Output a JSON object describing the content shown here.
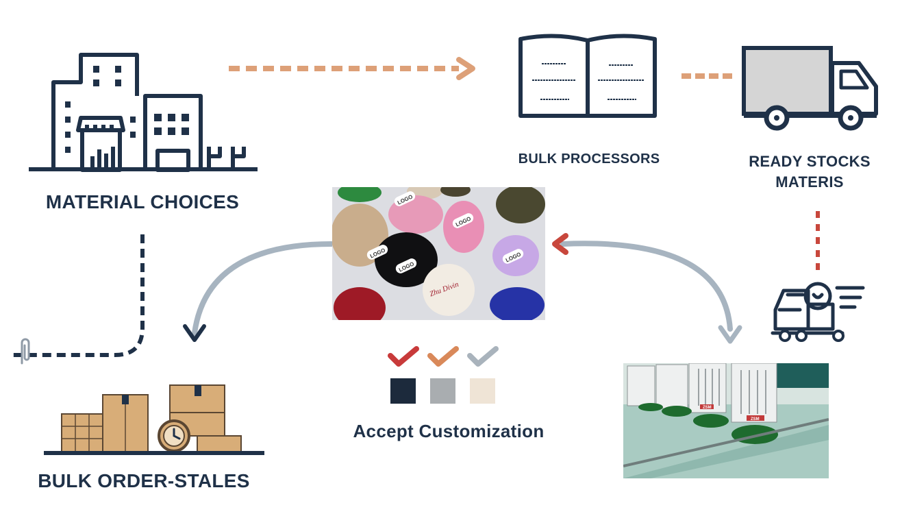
{
  "labels": {
    "material_choices": "MATERIAL CHOICES",
    "bulk_processors": "BULK PROCESSORS",
    "ready_stocks_line1": "READY STOCKS",
    "ready_stocks_line2": "MATERIS",
    "accept_customization": "Accept Customization",
    "bulk_order_stales": "BULK ORDER-STALES"
  },
  "slipper_photo": {
    "logo_text": "LOGO",
    "custom_text": "Zhu Divin"
  },
  "embroidery_photo": {
    "machine_brand": "ZSM"
  },
  "swatches": [
    {
      "check_color": "#c83a3a",
      "swatch_color": "#1c2a3c"
    },
    {
      "check_color": "#d9895a",
      "swatch_color": "#a9adb0"
    },
    {
      "check_color": "#a9b3bc",
      "swatch_color": "#efe4d6"
    }
  ],
  "colors": {
    "navy": "#1f3148",
    "orange_arrow": "#dda078",
    "grey_arrow": "#a7b4c0",
    "red_accent": "#c8473c"
  }
}
